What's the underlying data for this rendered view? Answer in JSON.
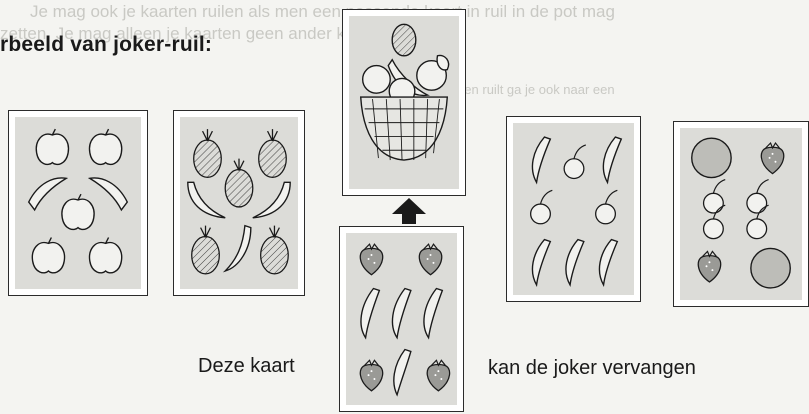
{
  "page": {
    "background_text_lines": [
      "Je mag ook je kaarten ruilen als men een passende kaart in ruil in de pot mag",
      "zetten. Je mag alleen je kaarten geen ander kaart op",
      "Als je kaarten ruilt ga je ook naar een"
    ],
    "title": "rbeeld van joker-ruil:",
    "caption_left": "Deze kaart",
    "caption_right": "kan de joker vervangen"
  },
  "cards": [
    {
      "name": "card-apples-bananas",
      "fruits": [
        "apple",
        "apple",
        "banana",
        "banana",
        "apple",
        "apple",
        "apple"
      ]
    },
    {
      "name": "card-pineapples-bananas",
      "fruits": [
        "pineapple",
        "pineapple",
        "pineapple",
        "banana",
        "banana",
        "pineapple",
        "banana",
        "pineapple"
      ]
    },
    {
      "name": "card-joker-fruit-basket",
      "fruits": [
        "fruit-basket"
      ]
    },
    {
      "name": "card-strawberries-bananas",
      "fruits": [
        "strawberry",
        "strawberry",
        "banana",
        "banana",
        "banana",
        "strawberry",
        "banana",
        "strawberry"
      ]
    },
    {
      "name": "card-bananas-cherries",
      "fruits": [
        "banana",
        "cherry",
        "banana",
        "cherry",
        "cherry",
        "banana",
        "banana",
        "banana"
      ]
    },
    {
      "name": "card-orange-strawberry-cherries",
      "fruits": [
        "orange",
        "strawberry",
        "cherry",
        "cherry",
        "cherry",
        "cherry",
        "strawberry",
        "orange"
      ]
    }
  ],
  "colors": {
    "ink": "#1a1a1a",
    "card_fill": "#dcdcd8",
    "paper": "#f4f4f1"
  },
  "icons": {
    "arrow": "arrow-up-icon"
  }
}
